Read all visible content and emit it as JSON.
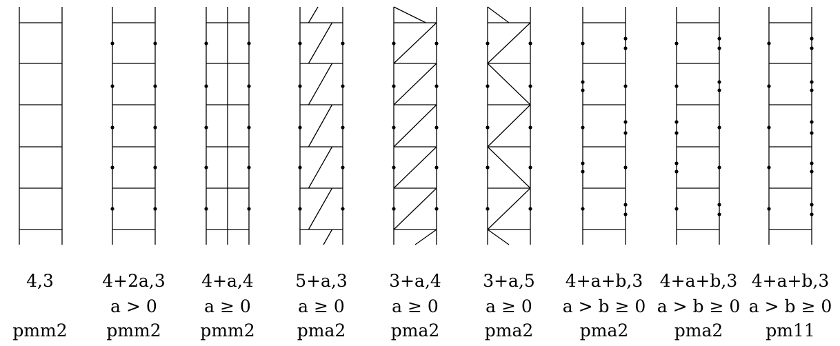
{
  "diagrams": [
    {
      "formula": "4,3",
      "condition": "",
      "group": "pmm2",
      "middle": [],
      "diagonals": [],
      "left_dots": [],
      "right_dots": []
    },
    {
      "formula": "4+2a,3",
      "condition": "a > 0",
      "group": "pmm2",
      "middle": [],
      "diagonals": [],
      "left_dots": [
        63,
        125,
        185,
        243,
        303
      ],
      "right_dots": [
        63,
        125,
        185,
        243,
        303
      ]
    },
    {
      "formula": "4+a,4",
      "condition": "a ≥ 0",
      "group": "pmm2",
      "middle": [
        [
          0.5,
          10,
          355
        ]
      ],
      "diagonals": [],
      "left_dots": [
        63,
        125,
        185,
        243,
        303
      ],
      "right_dots": [
        63,
        125,
        185,
        243,
        303
      ]
    },
    {
      "formula": "5+a,3",
      "condition": "a ≥ 0",
      "group": "pma2",
      "middle": [],
      "diagonals": [
        [
          0.2,
          33,
          0.42,
          10
        ],
        [
          0.2,
          92,
          0.75,
          33
        ],
        [
          0.2,
          152,
          0.75,
          92
        ],
        [
          0.2,
          213,
          0.75,
          152
        ],
        [
          0.2,
          273,
          0.75,
          213
        ],
        [
          0.2,
          333,
          0.75,
          273
        ],
        [
          0.55,
          355,
          0.75,
          333
        ]
      ],
      "left_dots": [
        63,
        125,
        185,
        243,
        303
      ],
      "right_dots": [
        63,
        125,
        185,
        243,
        303
      ]
    },
    {
      "formula": "3+a,4",
      "condition": "a ≥ 0",
      "group": "pma2",
      "middle": [],
      "diagonals": [
        [
          0,
          10,
          0.75,
          33
        ],
        [
          0,
          92,
          1,
          33
        ],
        [
          0,
          152,
          1,
          92
        ],
        [
          0,
          213,
          1,
          152
        ],
        [
          0,
          273,
          1,
          213
        ],
        [
          0,
          333,
          1,
          273
        ],
        [
          0.5,
          355,
          1,
          333
        ]
      ],
      "left_dots": [
        63,
        125,
        185,
        243,
        303
      ],
      "right_dots": [
        63,
        125,
        185,
        243,
        303
      ]
    },
    {
      "formula": "3+a,5",
      "condition": "a ≥ 0",
      "group": "pma2",
      "middle": [],
      "diagonals": [
        [
          0,
          10,
          0.5,
          33
        ],
        [
          0,
          92,
          1,
          33
        ],
        [
          0,
          92,
          1,
          152
        ],
        [
          0,
          213,
          1,
          152
        ],
        [
          0,
          213,
          1,
          273
        ],
        [
          0,
          333,
          1,
          273
        ],
        [
          0,
          333,
          0.5,
          355
        ]
      ],
      "left_dots": [
        63,
        125,
        185,
        243,
        303
      ],
      "right_dots": [
        63,
        125,
        185,
        243,
        303
      ]
    },
    {
      "formula": "4+a+b,3",
      "condition": "a > b ≥ 0",
      "group": "pma2",
      "middle": [],
      "diagonals": [],
      "left_dots": [
        63,
        119,
        131,
        185,
        237,
        249,
        303
      ],
      "right_dots": [
        56,
        70,
        125,
        177,
        193,
        243,
        297,
        311
      ]
    },
    {
      "formula": "4+a+b,3",
      "condition": "a > b ≥ 0",
      "group": "pma2",
      "middle": [],
      "diagonals": [],
      "left_dots": [
        63,
        125,
        177,
        193,
        237,
        249,
        303
      ],
      "right_dots": [
        56,
        70,
        119,
        131,
        185,
        243,
        297,
        311
      ]
    },
    {
      "formula": "4+a+b,3",
      "condition": "a > b ≥ 0",
      "group": "pm11",
      "middle": [],
      "diagonals": [],
      "left_dots": [
        63,
        125,
        185,
        243,
        303
      ],
      "right_dots": [
        56,
        70,
        119,
        131,
        177,
        193,
        237,
        249,
        297,
        311
      ]
    }
  ]
}
